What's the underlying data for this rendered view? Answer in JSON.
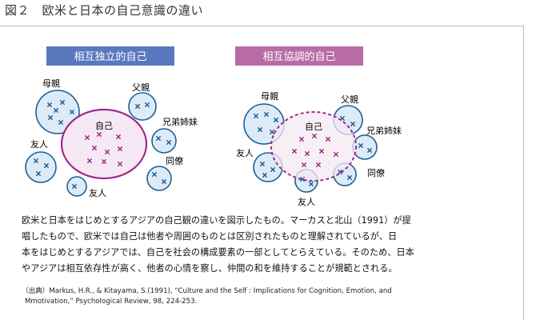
{
  "figure": {
    "title": "図２　欧米と日本の自己意識の違い"
  },
  "independent": {
    "heading": "相互独立的自己",
    "heading_color": "#5a78be",
    "self": "自己",
    "others": {
      "mother": "母親",
      "father": "父親",
      "siblings": "兄弟姉妹",
      "friend_left": "友人",
      "friend_bottom": "友人",
      "colleague": "同僚"
    }
  },
  "interdependent": {
    "heading": "相互協調的自己",
    "heading_color": "#b86ca6",
    "self": "自己",
    "others": {
      "mother": "母親",
      "father": "父親",
      "siblings": "兄弟姉妹",
      "friend_left": "友人",
      "friend_bottom": "友人",
      "colleague": "同僚"
    }
  },
  "colors": {
    "self_stroke": "#9e2a8c",
    "self_fill": "#f6e9f3",
    "other_stroke": "#1e5f94",
    "other_fill": "#ddebf7",
    "mark_self": "#9e2a8c",
    "mark_other": "#1e5f94"
  },
  "caption": {
    "lines": [
      "欧米と日本をはじめとするアジアの自己観の違いを図示したもの。マーカスと北山（1991）が提",
      "唱したもので、欧米では自己は他者や周囲のものとは区別されたものと理解されているが、日",
      "本をはじめとするアジアでは、自己を社会の構成要素の一部としてとらえている。そのため、日本",
      "やアジアは相互依存性が高く、他者の心情を察し、仲間の和を維持することが規範とされる。"
    ]
  },
  "source": {
    "line1": "（出典）Markus, H.R., & Kitayama, S.(1991), “Culture and the Self : Implications for Cognition, Emotion, and",
    "line2": "Mmotivation,” Psychological Review, 98, 224-253."
  }
}
